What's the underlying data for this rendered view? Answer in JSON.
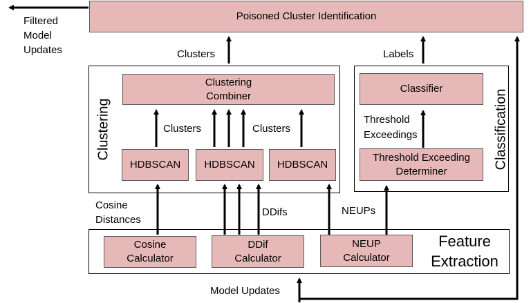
{
  "top": {
    "poisoned_cluster_identification": "Poisoned Cluster Identification",
    "filtered_model_updates": [
      "Filtered",
      "Model",
      "Updates"
    ]
  },
  "clustering": {
    "title": "Clustering",
    "combiner": [
      "Clustering",
      "Combiner"
    ],
    "hdbscan_1": "HDBSCAN",
    "hdbscan_2": "HDBSCAN",
    "hdbscan_3": "HDBSCAN",
    "clusters_label_left": "Clusters",
    "clusters_label_right": "Clusters",
    "clusters_label_top": "Clusters"
  },
  "classification": {
    "title": "Classification",
    "classifier": "Classifier",
    "threshold_determiner": [
      "Threshold Exceeding",
      "Determiner"
    ],
    "threshold_exceedings": [
      "Threshold",
      "Exceedings"
    ],
    "labels_label": "Labels"
  },
  "feature_extraction": {
    "title": [
      "Feature",
      "Extraction"
    ],
    "cosine_calculator": [
      "Cosine",
      "Calculator"
    ],
    "ddif_calculator": [
      "DDif",
      "Calculator"
    ],
    "neup_calculator": [
      "NEUP",
      "Calculator"
    ],
    "cosine_distances": [
      "Cosine",
      "Distances"
    ],
    "ddifs": "DDifs",
    "neups": "NEUPs"
  },
  "input": {
    "model_updates": "Model Updates"
  }
}
